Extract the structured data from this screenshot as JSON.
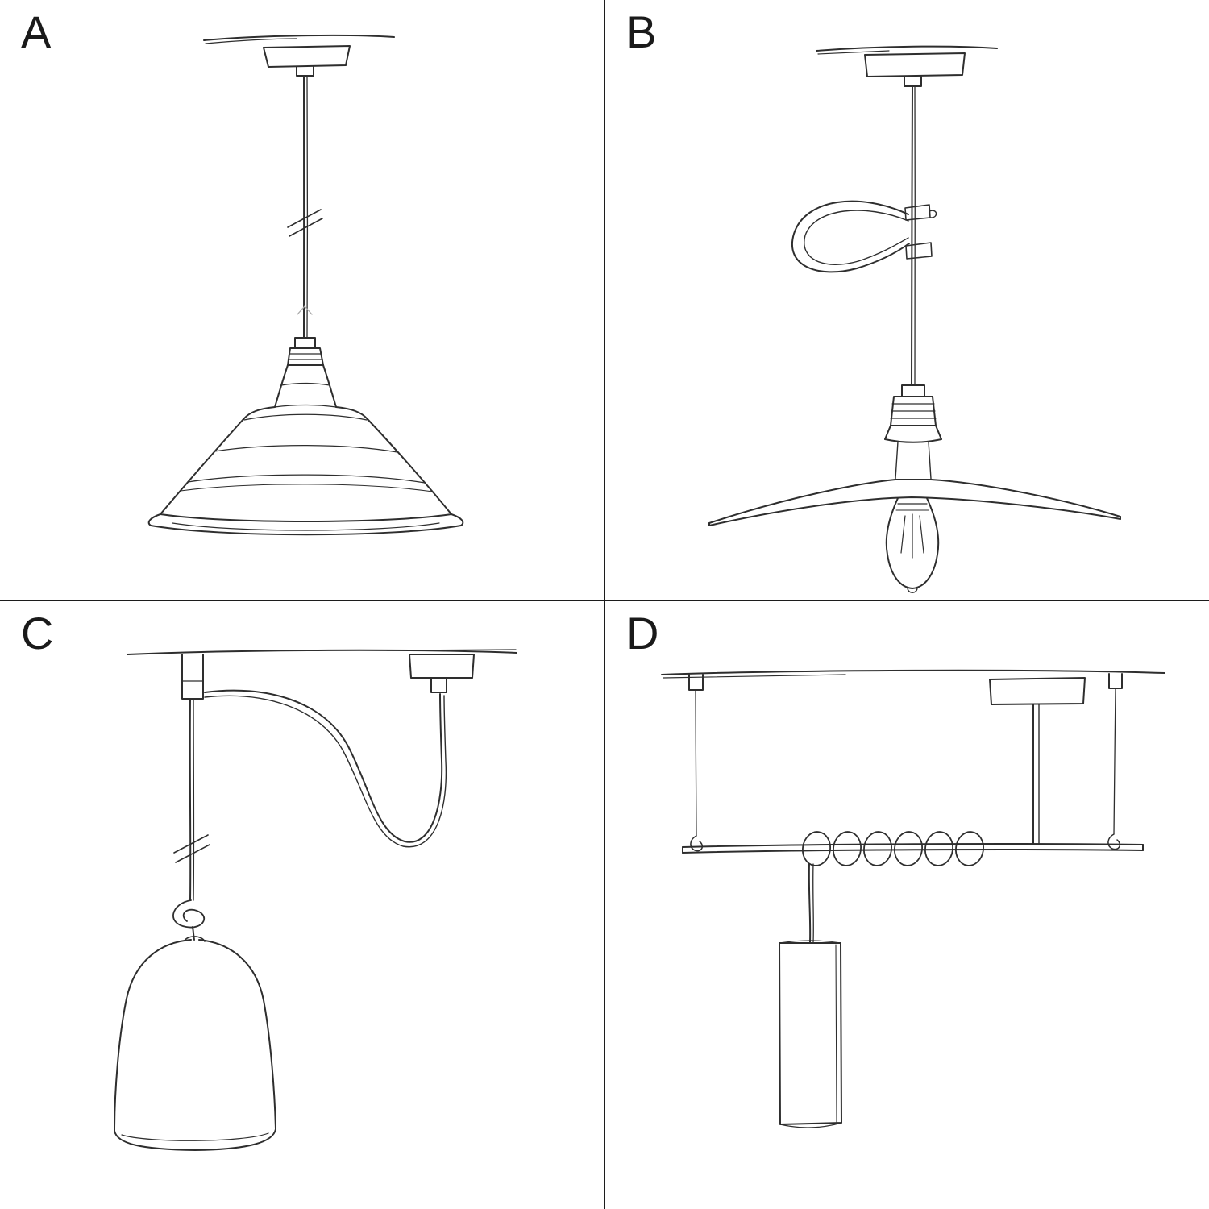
{
  "colors": {
    "background": "#ffffff",
    "ink": "#2e2e2e",
    "divider": "#1c1c1c",
    "label": "#1a1a1a",
    "faint": "#a9a9a9"
  },
  "panels": {
    "a": {
      "label": "A"
    },
    "b": {
      "label": "B"
    },
    "c": {
      "label": "C"
    },
    "d": {
      "label": "D"
    }
  }
}
